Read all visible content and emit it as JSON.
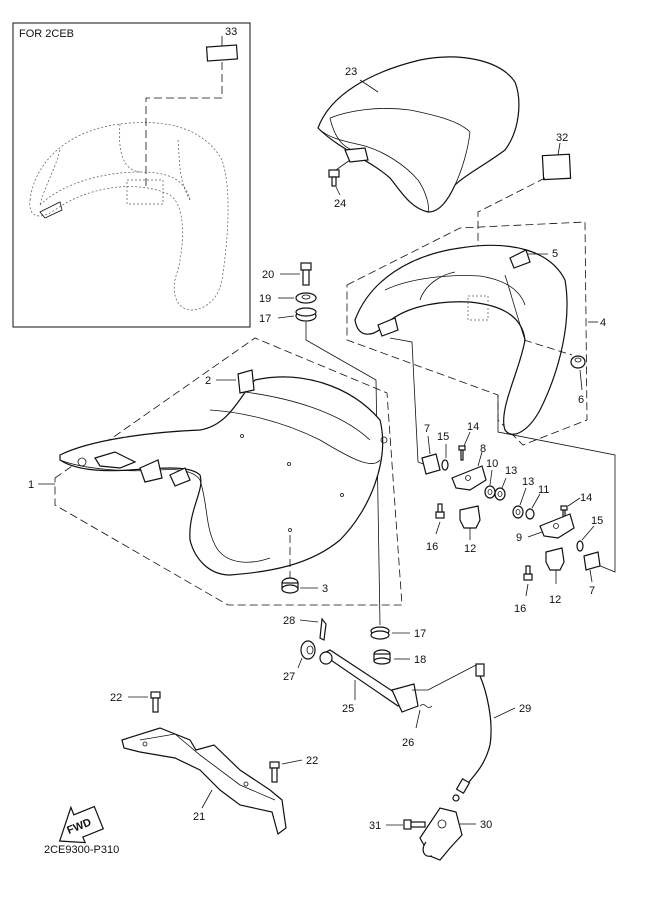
{
  "inset": {
    "title": "FOR 2CEB"
  },
  "diagram_code": "2CE9300-P310",
  "fwd_label": "FWD",
  "callouts": {
    "c1": "1",
    "c2": "2",
    "c3": "3",
    "c4": "4",
    "c5": "5",
    "c6": "6",
    "c7a": "7",
    "c7b": "7",
    "c8": "8",
    "c9": "9",
    "c10": "10",
    "c11": "11",
    "c12a": "12",
    "c12b": "12",
    "c13a": "13",
    "c13b": "13",
    "c14a": "14",
    "c14b": "14",
    "c15a": "15",
    "c15b": "15",
    "c16a": "16",
    "c16b": "16",
    "c17a": "17",
    "c17b": "17",
    "c18": "18",
    "c19": "19",
    "c20": "20",
    "c21": "21",
    "c22a": "22",
    "c22b": "22",
    "c23": "23",
    "c24": "24",
    "c25": "25",
    "c26": "26",
    "c27": "27",
    "c28": "28",
    "c29": "29",
    "c30": "30",
    "c31": "31",
    "c32": "32",
    "c33": "33"
  }
}
